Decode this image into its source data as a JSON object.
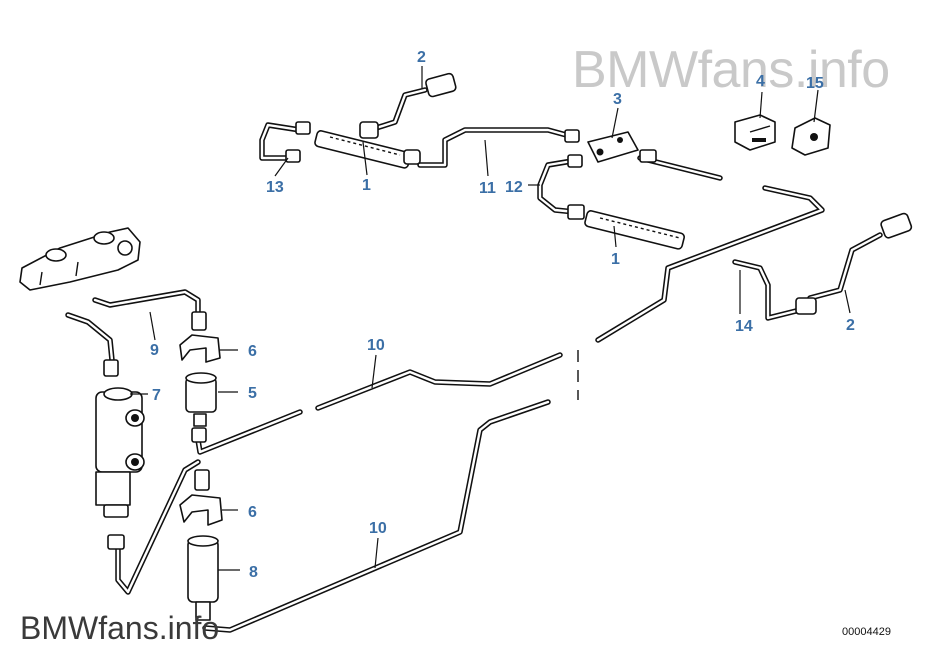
{
  "watermark_top": "BMWfans.info",
  "watermark_bottom": "BMWfans.info",
  "diagram_number": "00004429",
  "callouts": [
    "2",
    "3",
    "4",
    "15",
    "1",
    "13",
    "11",
    "12",
    "1",
    "14",
    "2",
    "9",
    "6",
    "7",
    "5",
    "10",
    "10",
    "6",
    "8"
  ]
}
